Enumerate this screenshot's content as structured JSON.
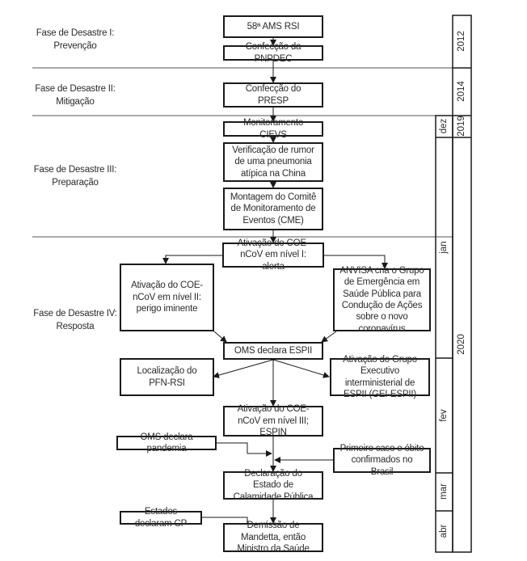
{
  "phases": [
    {
      "line1": "Fase de Desastre I:",
      "line2": "Prevenção"
    },
    {
      "line1": "Fase de Desastre II:",
      "line2": "Mitigação"
    },
    {
      "line1": "Fase de Desastre III:",
      "line2": "Preparação"
    },
    {
      "line1": "Fase de Desastre IV:",
      "line2": "Resposta"
    }
  ],
  "boxes": {
    "ams_rsi": "58ª AMS RSI",
    "pnpdec": "Confecção da PNPDEC",
    "presp": "Confecção do PRESP",
    "cievs": "Monitoramento CIEVS",
    "rumor": "Verificação de rumor de uma pneumonia atípica na China",
    "cme": "Montagem do Comitê de Monitoramento de Eventos (CME)",
    "coe_alerta": "Ativação do COE-nCoV em nível I: alerta",
    "coe_perigo": "Ativação do COE-nCoV em nível II: perigo iminente",
    "anvisa": "ANVISA cria o Grupo de Emergência em Saúde Pública para Condução de Ações sobre o novo coronavírus",
    "espii": "OMS declara ESPII",
    "pfn": "Localização do PFN-RSI",
    "gei": "Ativação do Grupo Executivo interministerial de ESPII (GEI-ESPII)",
    "coe_espin": "Ativação do COE-nCoV em nível III; ESPIN",
    "pandemia": "OMS declara pandemia",
    "primeiro_caso": "Primeiro caso e óbito confirmados no Brasil",
    "calamidade": "Declaração do Estado de Calamidade Pública",
    "estados_cp": "Estados declaram CP",
    "mandetta": "Demissão de Mandetta, então Ministro da Saúde"
  },
  "years": [
    "2012",
    "2014",
    "2019",
    "2020"
  ],
  "months": [
    "dez",
    "jan",
    "fev",
    "mar",
    "abr"
  ],
  "colors": {
    "box_border": "#1a1a1a",
    "text": "#2b2b2b",
    "divider": "#555555"
  }
}
